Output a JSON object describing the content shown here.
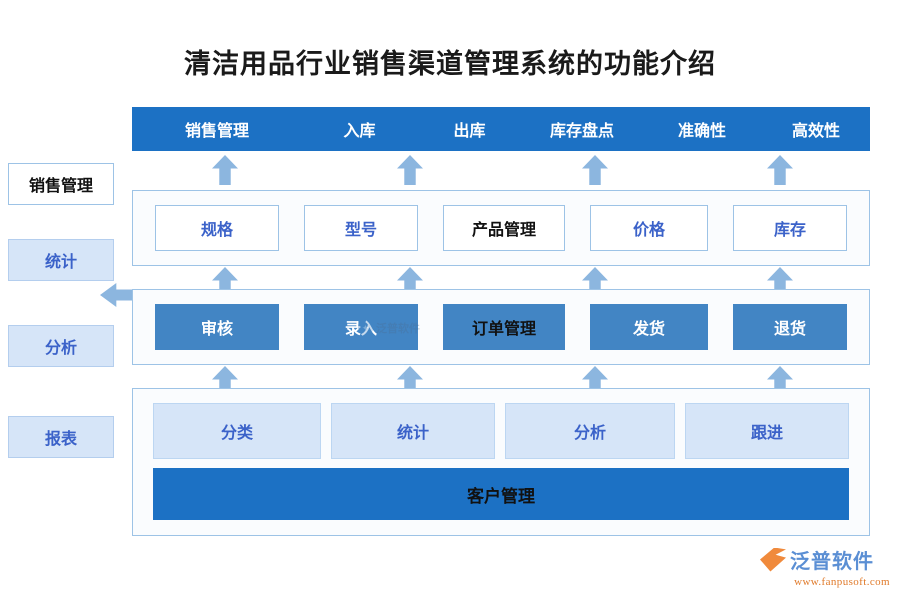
{
  "page": {
    "title": "清洁用品行业销售渠道管理系统的功能介绍",
    "background": "#ffffff"
  },
  "colors": {
    "header_blue": "#1C71C4",
    "solid_blue": "#4285C4",
    "tint_blue": "#D6E5F8",
    "border_blue": "#9DC3E6",
    "text_blue": "#3B62C9",
    "arrow_blue": "#8CB6DF",
    "brand_blue": "#5B8FD4",
    "brand_orange": "#E07A2A"
  },
  "topbar": {
    "items": [
      {
        "label": "销售管理"
      },
      {
        "label": "入库"
      },
      {
        "label": "出库"
      },
      {
        "label": "库存盘点"
      },
      {
        "label": "准确性"
      },
      {
        "label": "高效性"
      }
    ]
  },
  "sidebar": {
    "items": [
      {
        "label": "销售管理",
        "style": "plain"
      },
      {
        "label": "统计",
        "style": "tint"
      },
      {
        "label": "分析",
        "style": "tint"
      },
      {
        "label": "报表",
        "style": "tint"
      }
    ]
  },
  "rows": [
    {
      "id": "product",
      "nodes": [
        {
          "label": "规格",
          "style": "outline"
        },
        {
          "label": "型号",
          "style": "outline"
        },
        {
          "label": "产品管理",
          "style": "outline-dark"
        },
        {
          "label": "价格",
          "style": "outline"
        },
        {
          "label": "库存",
          "style": "outline"
        }
      ]
    },
    {
      "id": "order",
      "nodes": [
        {
          "label": "审核",
          "style": "solid"
        },
        {
          "label": "录入",
          "style": "solid"
        },
        {
          "label": "订单管理",
          "style": "solid-dark"
        },
        {
          "label": "发货",
          "style": "solid"
        },
        {
          "label": "退货",
          "style": "solid"
        }
      ]
    },
    {
      "id": "customer",
      "nodes": [
        {
          "label": "分类",
          "style": "tint"
        },
        {
          "label": "统计",
          "style": "tint"
        },
        {
          "label": "分析",
          "style": "tint"
        },
        {
          "label": "跟进",
          "style": "tint"
        }
      ],
      "bar": {
        "label": "客户管理",
        "style": "bar"
      }
    }
  ],
  "watermark": {
    "text": "泛普软件"
  },
  "brand": {
    "name": "泛普软件",
    "url": "www.fanpusoft.com"
  }
}
